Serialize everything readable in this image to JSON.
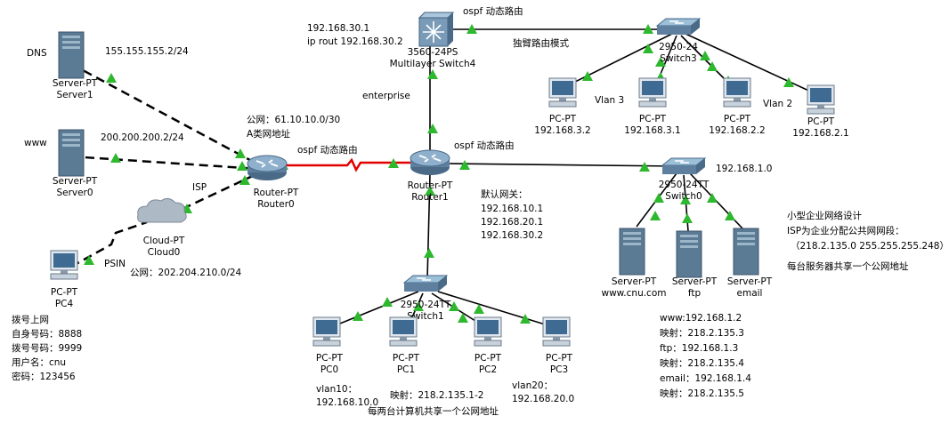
{
  "devices": {
    "server1": {
      "type": "Server-PT",
      "name": "Server1"
    },
    "server0": {
      "type": "Server-PT",
      "name": "Server0"
    },
    "cloud0": {
      "type": "Cloud-PT",
      "name": "Cloud0"
    },
    "pc4": {
      "type": "PC-PT",
      "name": "PC4"
    },
    "router0": {
      "type": "Router-PT",
      "name": "Router0"
    },
    "router1": {
      "type": "Router-PT",
      "name": "Router1"
    },
    "mlswitch4": {
      "type": "3560-24PS",
      "name": "Multilayer Switch4"
    },
    "switch3": {
      "type": "2950-24",
      "name": "Switch3"
    },
    "switch0": {
      "type": "2950-24TT",
      "name": "Switch0"
    },
    "switch1": {
      "type": "2950-24TT",
      "name": "Switch1"
    },
    "pc_vlan3_a": {
      "type": "PC-PT",
      "name": "192.168.3.2"
    },
    "pc_vlan3_b": {
      "type": "PC-PT",
      "name": "192.168.3.1"
    },
    "pc_vlan2_a": {
      "type": "PC-PT",
      "name": "192.168.2.2"
    },
    "pc_vlan2_b": {
      "type": "PC-PT",
      "name": "192.168.2.1"
    },
    "srv_www": {
      "type": "Server-PT",
      "name": "www.cnu.com"
    },
    "srv_ftp": {
      "type": "Server-PT",
      "name": "ftp"
    },
    "srv_email": {
      "type": "Server-PT",
      "name": "email"
    },
    "pc0": {
      "type": "PC-PT",
      "name": "PC0"
    },
    "pc1": {
      "type": "PC-PT",
      "name": "PC1"
    },
    "pc2": {
      "type": "PC-PT",
      "name": "PC2"
    },
    "pc3": {
      "type": "PC-PT",
      "name": "PC3"
    }
  },
  "labels": {
    "dns": "DNS",
    "www": "www",
    "isp": "ISP",
    "psin": "PSIN",
    "dns_ip": "155.155.155.2/24",
    "www_ip": "200.200.200.2/24",
    "public_net": "公网：61.10.10.0/30",
    "class_a": "A类网地址",
    "ospf_left": "ospf 动态路由",
    "ospf_right": "ospf 动态路由",
    "ospf_top": "ospf 动态路由",
    "public_net2": "公网：202.204.210.0/24",
    "ml_ip": "192.168.30.1",
    "ml_route": "ip rout 192.168.30.2",
    "enterprise": "enterprise",
    "single_arm": "独臂路由模式",
    "vlan3": "Vlan 3",
    "vlan2": "Vlan 2",
    "net_1_0": "192.168.1.0",
    "gw_title": "默认网关：",
    "gw_1": "192.168.10.1",
    "gw_2": "192.168.20.1",
    "gw_3": "192.168.30.2",
    "vlan10_a": "vlan10：",
    "vlan10_b": "192.168.10.0",
    "vlan20_a": "vlan20：",
    "vlan20_b": "192.168.20.0",
    "map_pc": "映射：218.2.135.1-2",
    "share_pc": "每两台计算机共享一个公网地址"
  },
  "dialup": {
    "lines": [
      "拨号上网",
      "自身号码：8888",
      "拨号号码：9999",
      "用户名：cnu",
      "密码：123456"
    ]
  },
  "server_map": {
    "lines": [
      "www:192.168.1.2",
      "映射：218.2.135.3",
      "ftp：192.168.1.3",
      "映射：218.2.135.4",
      "email：192.168.1.4",
      "映射：218.2.135.5"
    ]
  },
  "design_note": {
    "lines": [
      "小型企业网络设计",
      "ISP为企业分配公共网网段：",
      "（218.2.135.0 255.255.255.248）",
      "",
      "每台服务器共享一个公网地址"
    ]
  },
  "colors": {
    "link": "#000000",
    "serial": "#e00000",
    "port_up": "#2eb82e",
    "router_body": "#5f7f9f",
    "server_body": "#5b7a93",
    "pc_screen": "#3f6b93",
    "cloud": "#aeb9c6"
  }
}
